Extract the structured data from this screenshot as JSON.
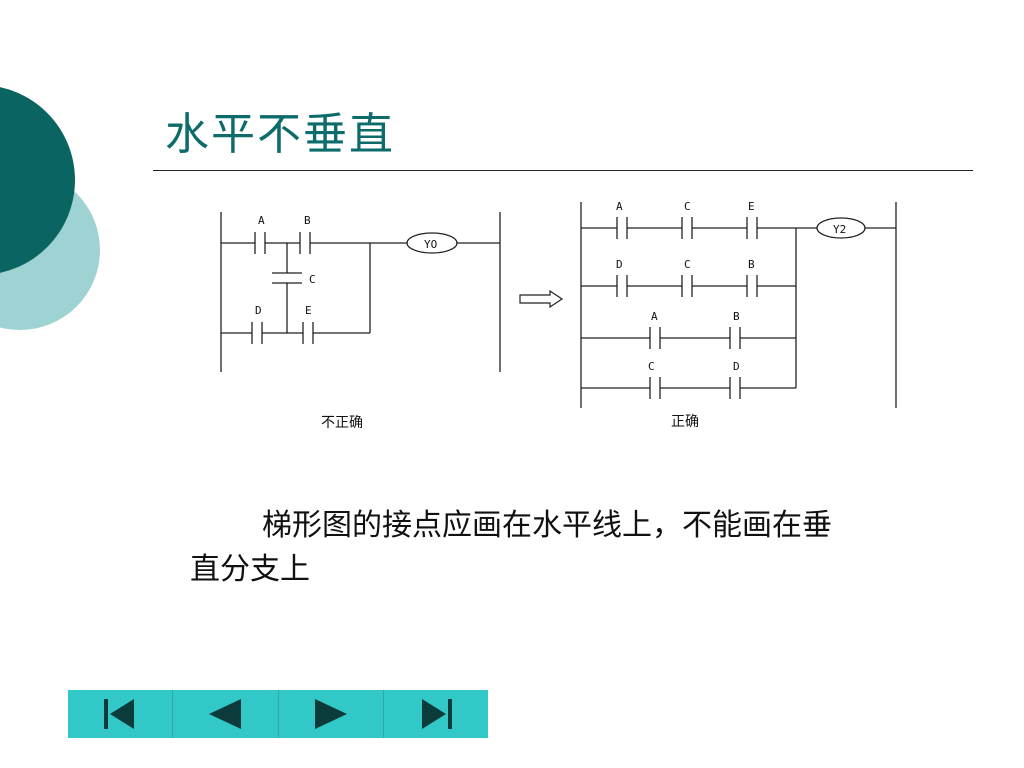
{
  "slide": {
    "title": "水平不垂直",
    "body_line1": "梯形图的接点应画在水平线上，不能画在垂",
    "body_line2": "直分支上"
  },
  "diagram_left": {
    "caption": "不正确",
    "contacts": [
      "A",
      "B",
      "C",
      "D",
      "E"
    ],
    "coil": "YO"
  },
  "diagram_right": {
    "caption": "正确",
    "rows": [
      [
        "A",
        "C",
        "E"
      ],
      [
        "D",
        "C",
        "B"
      ],
      [
        "A",
        "B"
      ],
      [
        "C",
        "D"
      ]
    ],
    "coil": "Y2"
  },
  "nav": {
    "buttons": [
      "first-icon",
      "prev-icon",
      "next-icon",
      "last-icon"
    ]
  },
  "colors": {
    "accent": "#0e6b6b",
    "nav_bg": "#33c8c8",
    "deco_dark": "#0a6462",
    "deco_light": "#9fd3d3"
  }
}
